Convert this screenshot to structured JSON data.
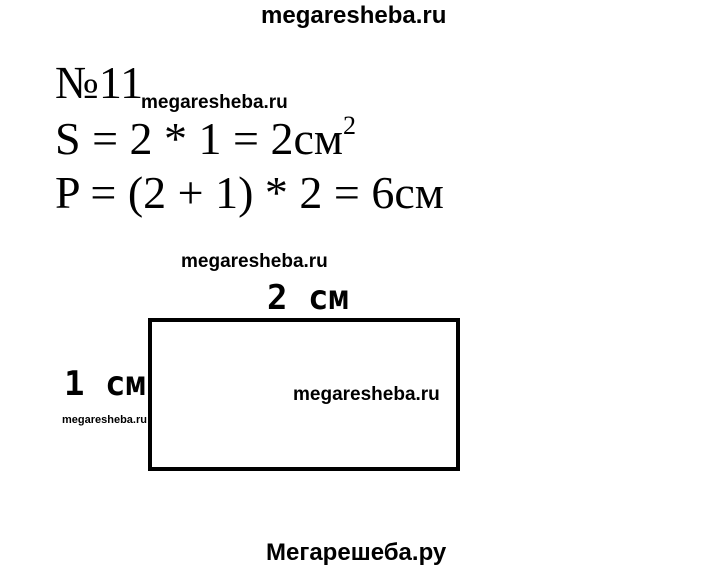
{
  "watermarks": {
    "top": "megaresheba.ru",
    "over_math": "megaresheba.ru",
    "over_figure": "megaresheba.ru",
    "inside_figure": "megaresheba.ru",
    "small_left": "megaresheba.ru",
    "bottom": "Мегарешеба.ру"
  },
  "solution": {
    "problem_number": "№11",
    "area_formula": "S = 2 * 1 = 2см",
    "area_exponent": "2",
    "perimeter_formula": "P = (2 + 1) * 2 = 6см"
  },
  "figure": {
    "width_label": "2 см",
    "height_label": "1 см"
  }
}
